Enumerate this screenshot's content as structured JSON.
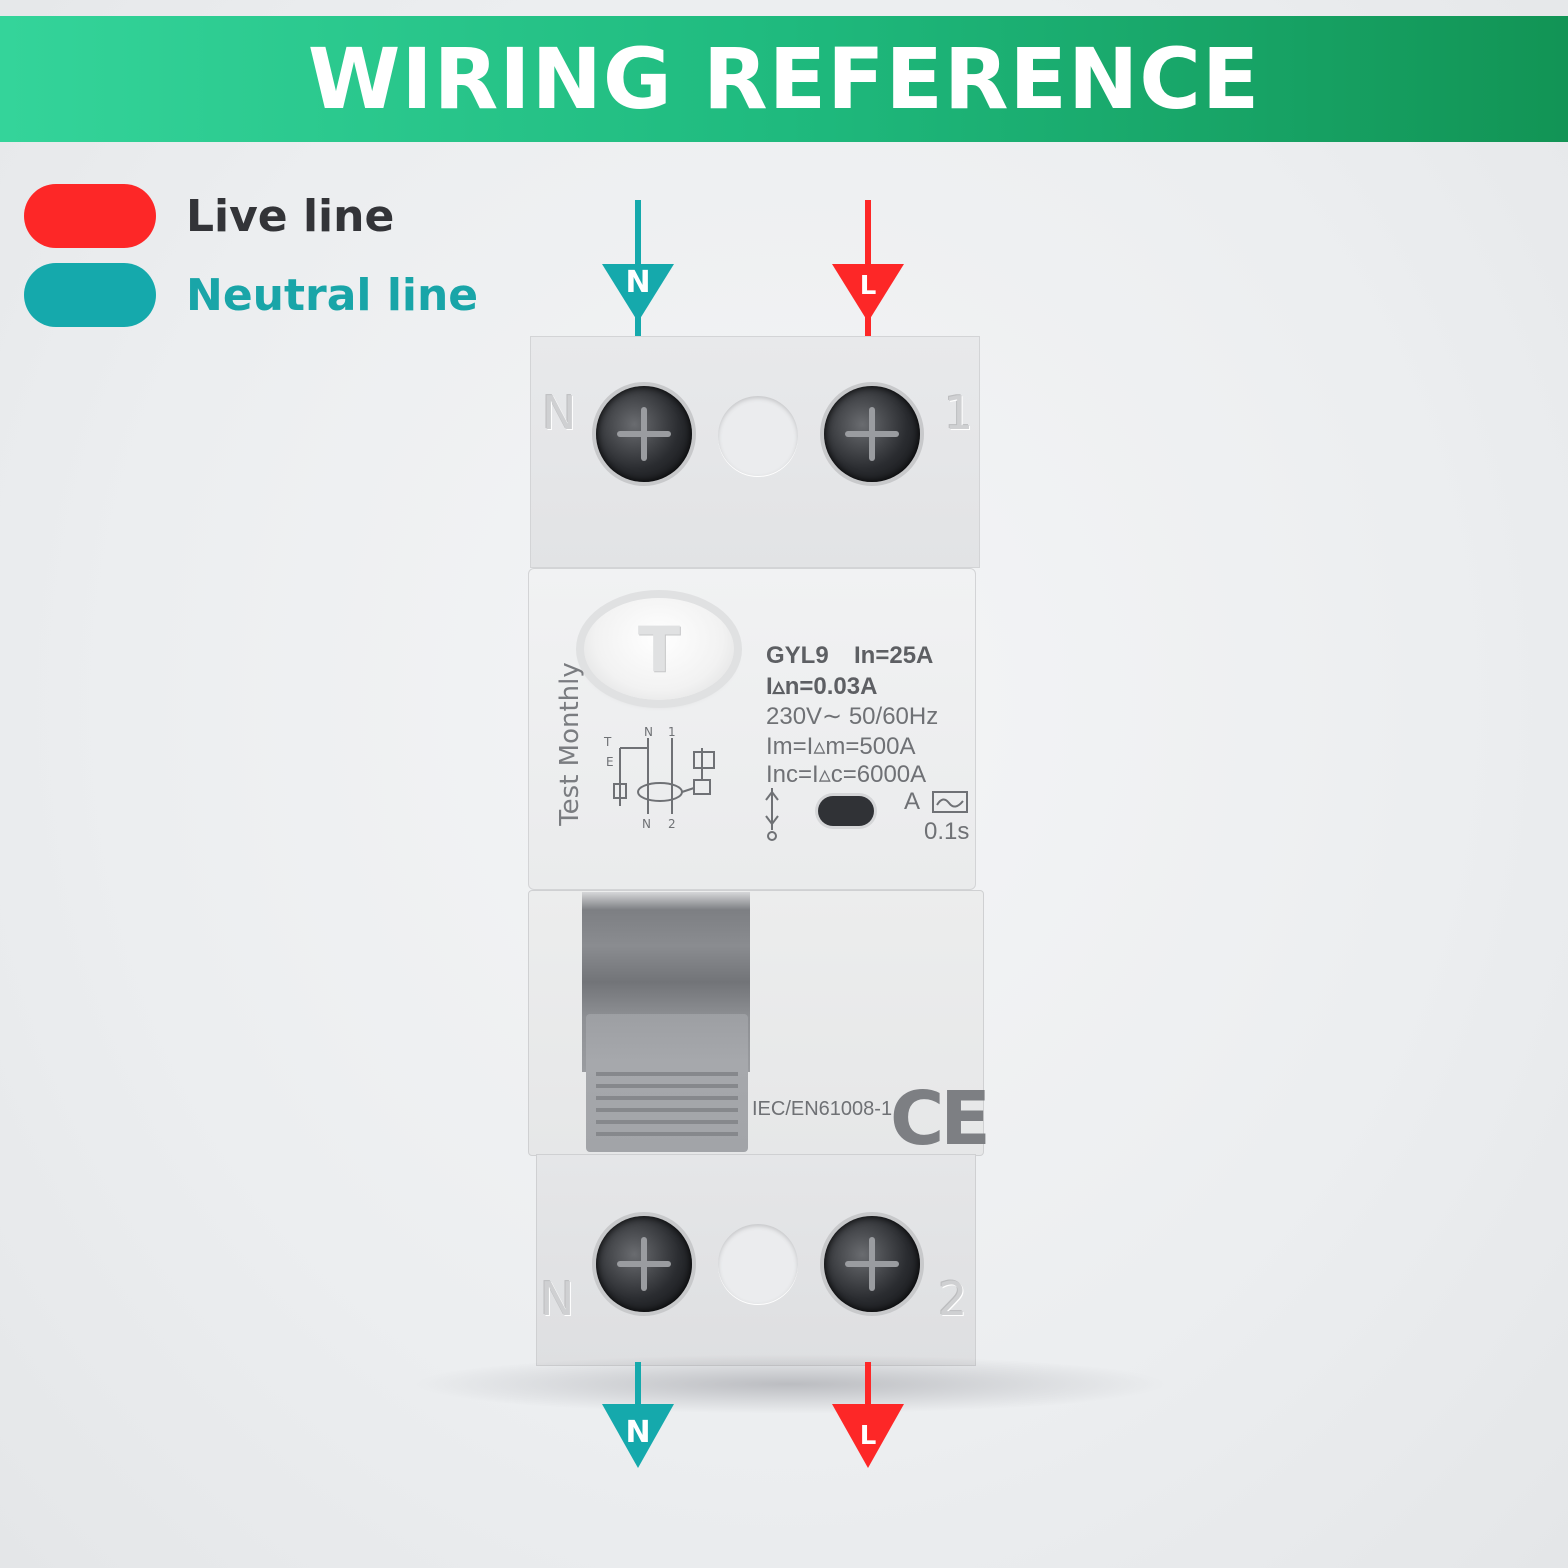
{
  "header": {
    "title": "WIRING REFERENCE"
  },
  "legend": [
    {
      "label": "Live line",
      "color": "#fd2727",
      "text_color": "#333438"
    },
    {
      "label": "Neutral line",
      "color": "#15a9ac",
      "text_color": "#19a5a8"
    }
  ],
  "arrows": {
    "top_neutral": "N",
    "top_live": "L",
    "bottom_neutral": "N",
    "bottom_live": "L",
    "live_color": "#fd2727",
    "neutral_color": "#15a9ac"
  },
  "device": {
    "terminals_top": {
      "left": "N",
      "right": "1"
    },
    "terminals_bottom": {
      "left": "N",
      "right": "2"
    },
    "test_button": "T",
    "test_label": "Test Monthly",
    "model": "GYL9",
    "rated_current": "In=25A",
    "residual_current": "I▵n=0.03A",
    "voltage_frequency": "230V∼ 50/60Hz",
    "making_capacity": "Im=I▵m=500A",
    "conditional_current": "Inc=I▵c=6000A",
    "type": "A",
    "trip_time": "0.1s",
    "standard": "IEC/EN61008-1",
    "certification": "CE",
    "schematic_labels": {
      "n_top": "N",
      "one": "1",
      "t": "T",
      "e": "E",
      "n_bottom": "N",
      "two": "2"
    }
  }
}
